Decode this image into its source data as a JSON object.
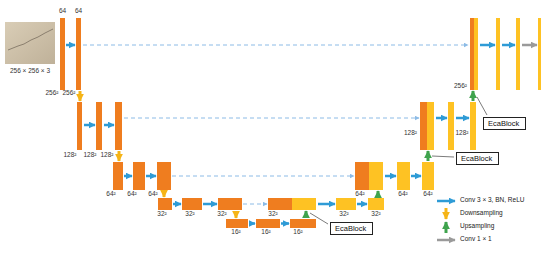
{
  "diagram": {
    "nodes": [
      {
        "text": [
          "EcaBlock"
        ]
      },
      {
        "text": [
          "EcaBlock"
        ]
      },
      {
        "text": [
          "EcaBlock"
        ]
      }
    ],
    "labels": [
      "64",
      "64",
      "256 × 256 × 3",
      "256²",
      "256²",
      "128²",
      "128²",
      "128²",
      "64²",
      "64²",
      "64²",
      "32²",
      "32²",
      "32²",
      "16²",
      "16²",
      "16²",
      "32²",
      "32²",
      "32²",
      "64²",
      "64²",
      "64²",
      "128²",
      "128²",
      "256²"
    ],
    "legend": [
      {
        "text": "Conv 3 × 3, BN, ReLU"
      },
      {
        "text": "Downsampling"
      },
      {
        "text": "Upsampling"
      },
      {
        "text": "Conv 1 × 1"
      }
    ]
  }
}
